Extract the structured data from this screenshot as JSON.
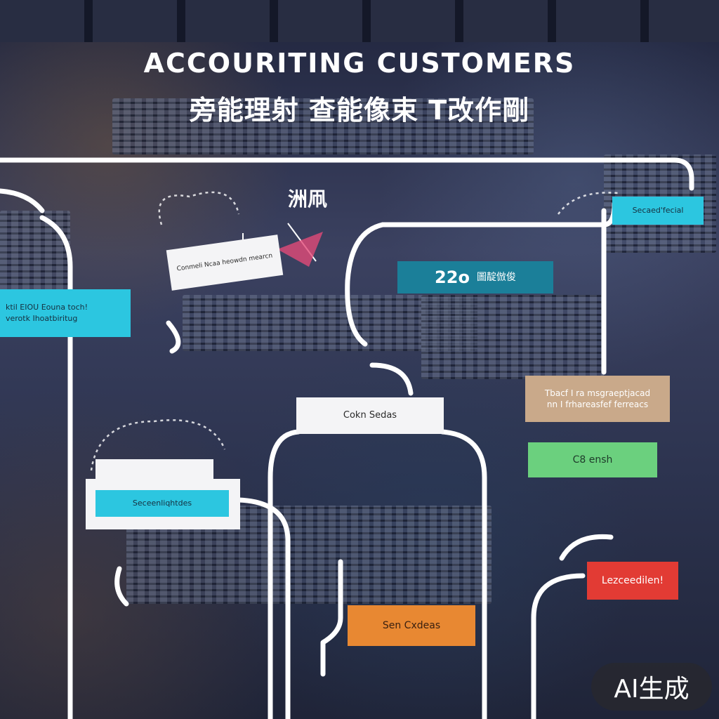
{
  "title": {
    "line1": "ACCOURITING CUSTOMERS",
    "line2": "旁能理射 查能像束 T改作剛"
  },
  "nodes": {
    "floating_top": "洲凧",
    "top_right": "Secaed'fecial",
    "left_cyan": "ktil EIOU Eouna toch!\nverotk Ihoatbiritug",
    "center_white": "Conmeli Ncaa heowdn mearcn",
    "center_teal_number": "22o",
    "center_teal_text": "圖靛倣俊",
    "middle_right_tan": "Tbacf I ra msgraeptjacad\nnn I frhareasfef ferreacs",
    "center_white_2": "Cokn Sedas",
    "green": "C8 ensh",
    "left_cyan_2": "Seceenliqhtdes",
    "red": "Lezceedilen!",
    "orange": "Sen Cxdeas"
  },
  "watermark": "AI生成",
  "colors": {
    "cyan": "#2cc6e0",
    "teal": "#1b7f99",
    "tan": "#c9a98a",
    "green": "#6bd07e",
    "red": "#e23b34",
    "orange": "#e88832"
  }
}
